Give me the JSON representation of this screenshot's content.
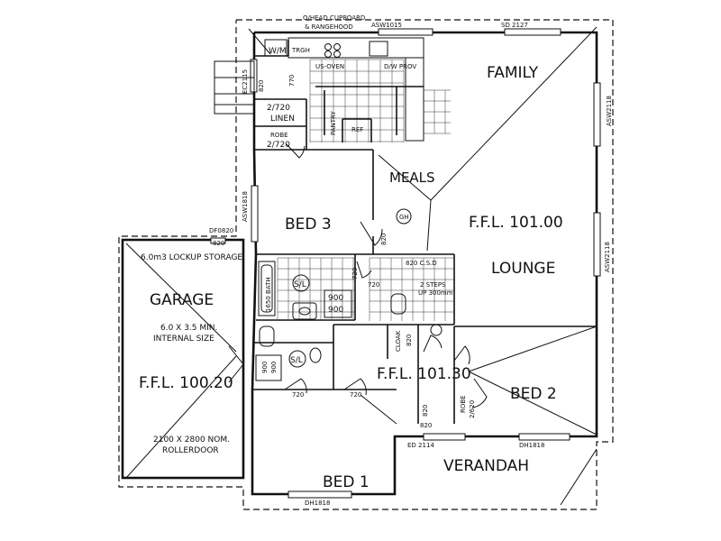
{
  "rooms": {
    "family": "FAMILY",
    "meals": "MEALS",
    "lounge": "LOUNGE",
    "ffl_main": "F.F.L. 101.00",
    "bed3": "BED 3",
    "garage": "GARAGE",
    "ffl_garage": "F.F.L. 100.20",
    "garage_size_1": "6.0 X 3.5 MIN.",
    "garage_size_2": "INTERNAL SIZE",
    "rollerdoor_1": "2100 X 2800 NOM.",
    "rollerdoor_2": "ROLLERDOOR",
    "lockup_storage": "6.0m3 LOCKUP STORAGE",
    "ffl_bed_wing": "F.F.L. 101.30",
    "bed2": "BED 2",
    "bed1": "BED 1",
    "verandah": "VERANDAH"
  },
  "fixtures": {
    "ohead_1": "O/HEAD CUPBOARD",
    "ohead_2": "& RANGEHOOD",
    "wm": "W/M",
    "trgh": "TRGH",
    "us_oven": "US-OVEN",
    "dw_prov": "D/W PROV",
    "linen_1": "2/720",
    "linen_2": "LINEN",
    "robe_1": "ROBE",
    "robe_2": "2/720",
    "pantry": "PANTRY",
    "ref": "REF",
    "bath": "1650 BATH",
    "sl_main": "S/L",
    "shower_1": "900",
    "shower_2": "900",
    "cupd": "820 C.S.D",
    "steps_1": "2 STEPS",
    "steps_2": "UP 300mm",
    "cloak": "CLOAK",
    "robe_bed2_1": "ROBE",
    "robe_bed2_2": "2/620",
    "sl_ens": "S/L",
    "ens_shower_1": "900",
    "ens_shower_2": "900",
    "heater": "GH"
  },
  "dims": {
    "d770": "770",
    "d820_a": "820",
    "d820_b": "820",
    "d820_c": "820",
    "d820_d": "820",
    "d820_e": "820",
    "d820_f": "820",
    "d720_a": "720",
    "d720_b": "720",
    "d720_c": "720",
    "d720_d": "720"
  },
  "windows": {
    "asw1015": "ASW1015",
    "sd2127": "SD 2127",
    "asw2118_right": "ASW2118",
    "asw2118_lower": "ASW2118",
    "ec2115": "EC2115",
    "asw1818": "ASW1818",
    "df0820": "DF0820",
    "ed2114": "ED 2114",
    "dh1818_a": "DH1818",
    "dh1818_b": "DH1818"
  }
}
